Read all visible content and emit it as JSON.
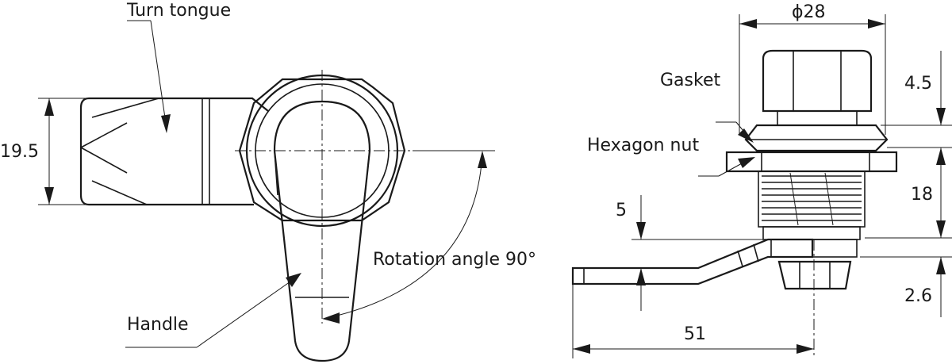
{
  "labels": {
    "turn_tongue": "Turn tongue",
    "handle": "Handle",
    "rotation": "Rotation angle 90°",
    "gasket": "Gasket",
    "hexagon_nut": "Hexagon nut"
  },
  "dimensions": {
    "height_tongue": "19.5",
    "diameter": "ϕ28",
    "gasket_height": "4.5",
    "body_height": "18",
    "offset": "5",
    "tongue_thickness": "2.6",
    "length": "51"
  }
}
